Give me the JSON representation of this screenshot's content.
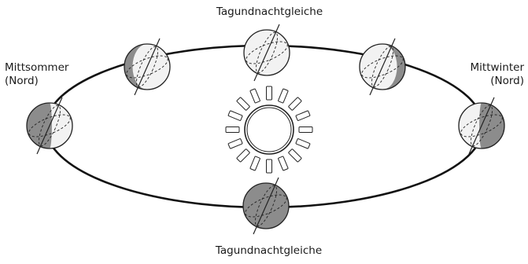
{
  "labels": {
    "top": "Tagundnachtgleiche",
    "bottom": "Tagundnachtgleiche",
    "left_line1": "Mittsommer",
    "left_line2": "(Nord)",
    "right_line1": "Mittwinter",
    "right_line2": "(Nord)"
  },
  "colors": {
    "orbit": "#111111",
    "day": "#f2f2f2",
    "night": "#8c8c8c",
    "stroke": "#222222"
  }
}
